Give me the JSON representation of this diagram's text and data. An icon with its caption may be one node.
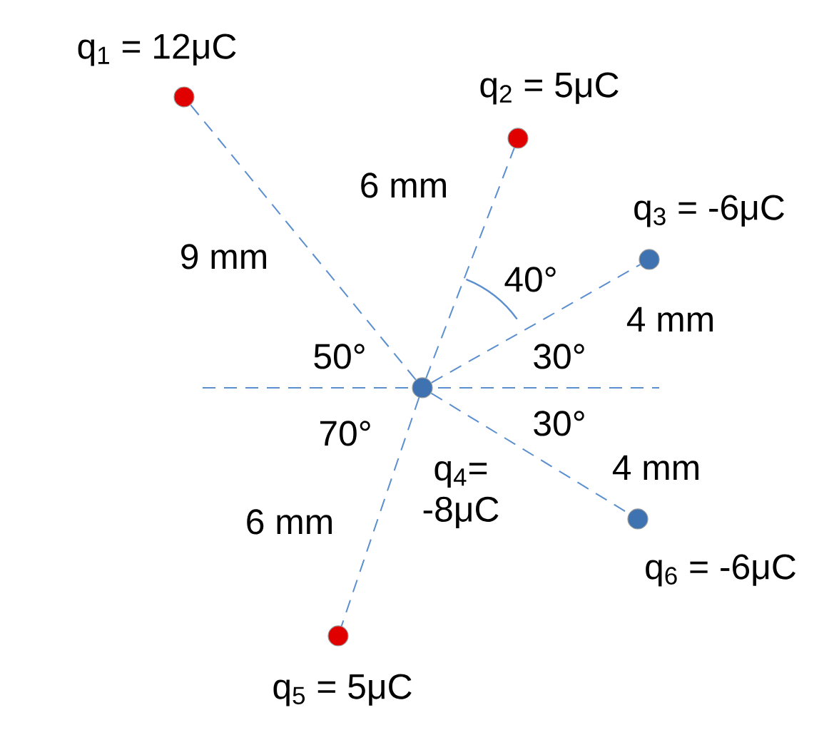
{
  "diagram": {
    "nodes": [
      {
        "text": [],
        "shape": "circle",
        "beside": [
          "q$_{1}$ = 12μC"
        ]
      },
      {
        "text": [],
        "shape": "circle",
        "beside": [
          "q$_{2}$ = 5μC"
        ]
      },
      {
        "text": [],
        "shape": "circle",
        "beside": [
          "q$_{3}$ = -6μC"
        ]
      },
      {
        "text": [],
        "shape": "circle",
        "beside": [
          "q$_{4}$= -8μC"
        ]
      },
      {
        "text": [],
        "shape": "circle",
        "beside": [
          "q$_{5}$ = 5μC"
        ]
      },
      {
        "text": [],
        "shape": "circle",
        "beside": [
          "q$_{6}$ = -6μC"
        ]
      }
    ],
    "edges": [
      {
        "from": 3,
        "to": 0,
        "arrow": "none",
        "label": "9 mm",
        "style": "dashed"
      },
      {
        "from": 3,
        "to": 1,
        "arrow": "none",
        "label": "6 mm",
        "style": "dashed"
      },
      {
        "from": 3,
        "to": 2,
        "arrow": "none",
        "label": "4 mm",
        "style": "dashed"
      },
      {
        "from": 3,
        "to": 4,
        "arrow": "none",
        "label": "6 mm",
        "style": "dashed"
      },
      {
        "from": 3,
        "to": 5,
        "arrow": "none",
        "label": "4 mm",
        "style": "dashed"
      }
    ],
    "labels": [
      "50°",
      "40°",
      "30°",
      "30°",
      "70°"
    ]
  }
}
